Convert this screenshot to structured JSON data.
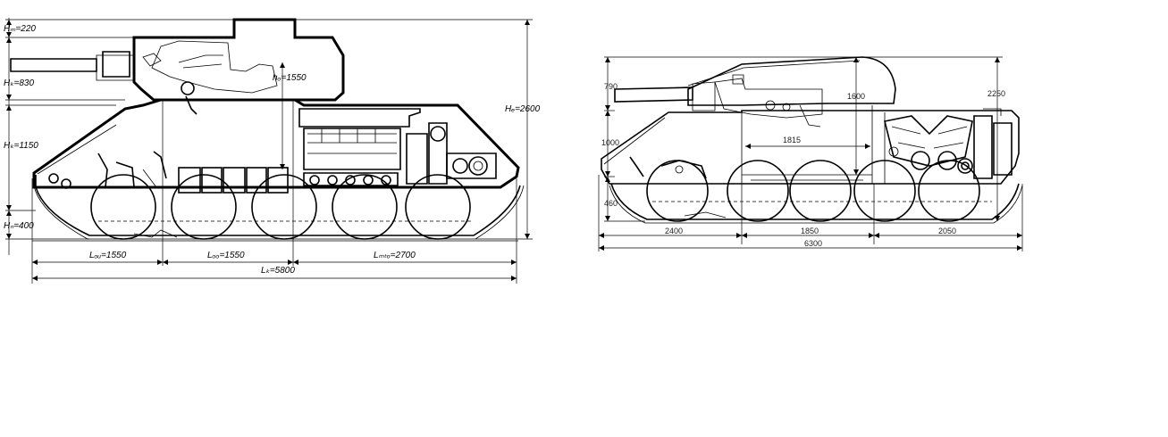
{
  "left_drawing": {
    "labels": {
      "h_roof": "Hₘ=220",
      "h_turret": "Hₖ=830",
      "h_hull": "Hₖ=1150",
      "h_clear": "Hₙ=400",
      "h_total": "Hₑ=2600",
      "h_fight": "hₒ=1550",
      "l_front": "Lₒᵤ=1550",
      "l_fight": "Lₒₒ=1550",
      "l_engine": "Lₘₜₒ=2700",
      "l_total": "Lₖ=5800"
    }
  },
  "right_drawing": {
    "labels": {
      "h_turret": "790",
      "h_hull": "1000",
      "h_clear": "460",
      "h_total": "2250",
      "h_fight": "1600",
      "w_fight": "1815",
      "l_front": "2400",
      "l_fight": "1850",
      "l_engine": "2050",
      "l_total": "6300"
    }
  }
}
